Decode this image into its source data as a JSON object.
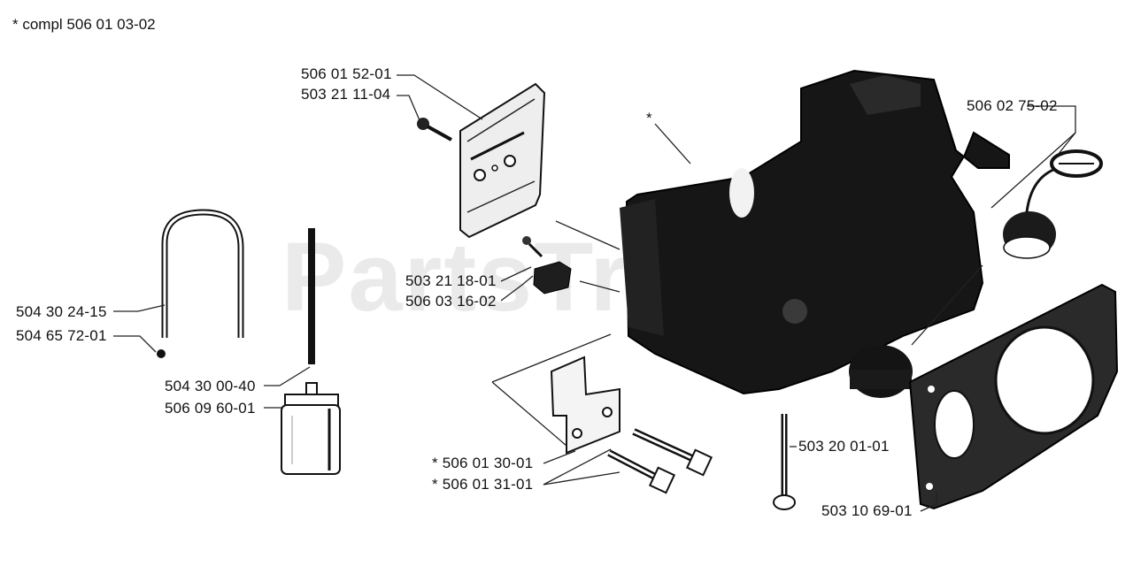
{
  "header": {
    "note": "*  compl 506 01 03-02"
  },
  "watermark": "PartsTree",
  "callouts": {
    "c1": "506 01 52-01",
    "c2": "503 21 11-04",
    "c3": "506 02 75-02",
    "c4": "503 21 18-01",
    "c5": "506 03 16-02",
    "c6": "504 30 24-15",
    "c7": "504 65 72-01",
    "c8": "504 30 00-40",
    "c9": "506 09 60-01",
    "c10": "*  506 01 30-01",
    "c11": "*  506 01 31-01",
    "c12": "503 20 01-01",
    "c13": "503 10 69-01",
    "star": "*"
  }
}
